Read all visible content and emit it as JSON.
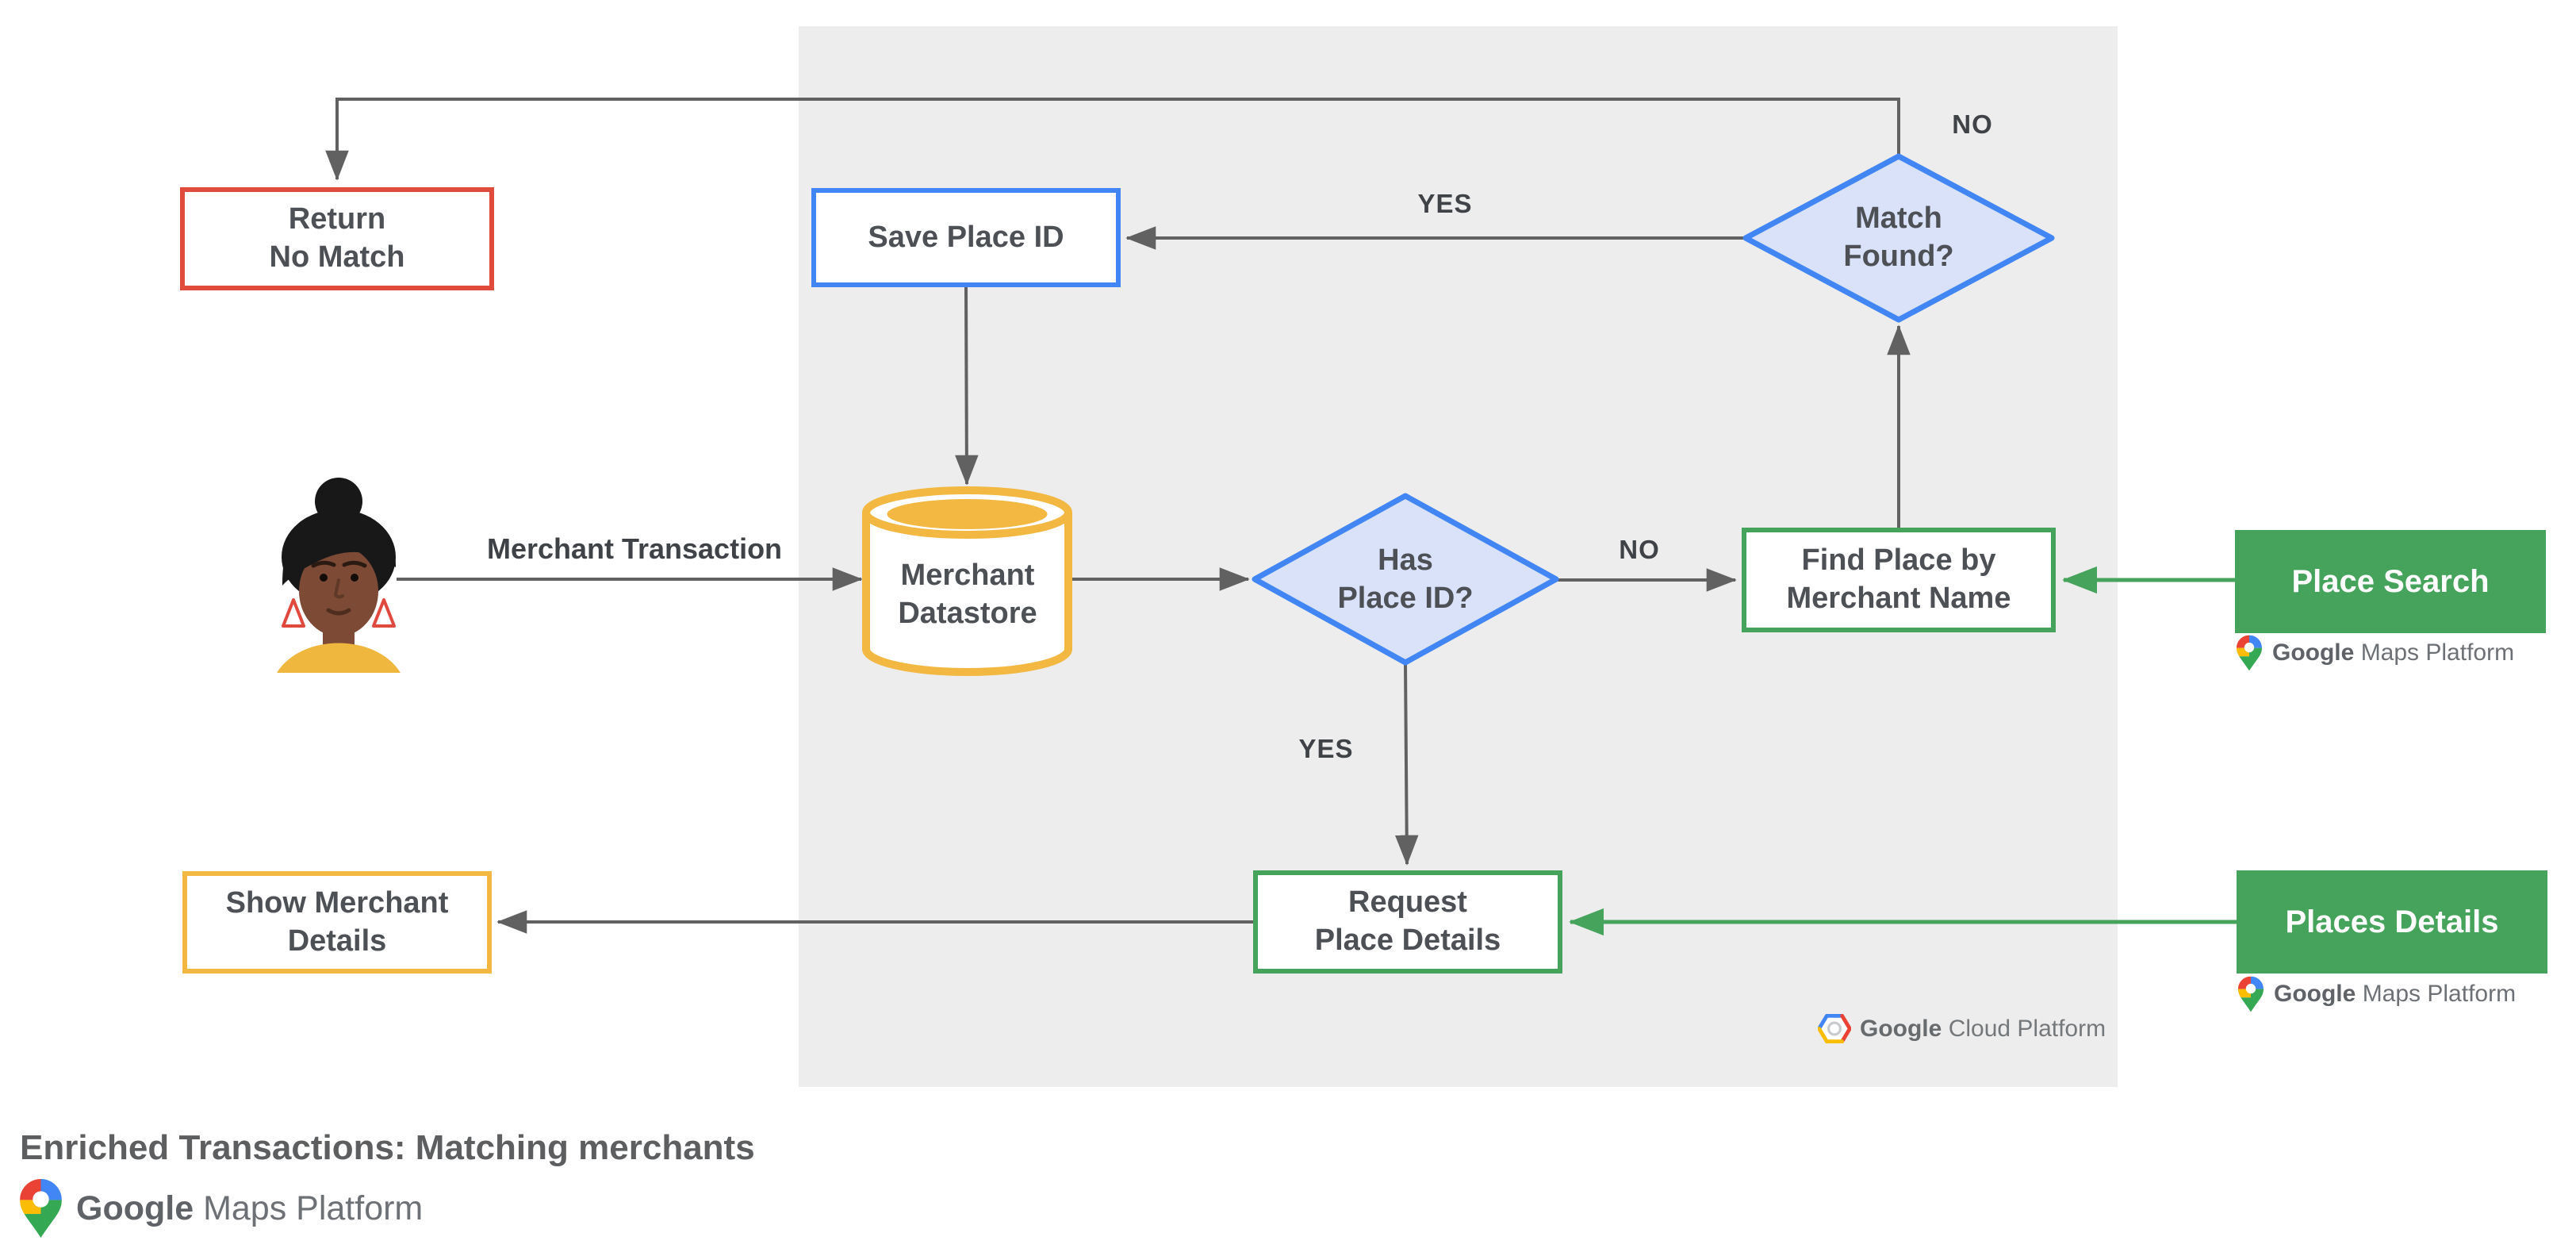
{
  "title": "Enriched Transactions: Matching merchants",
  "nodes": {
    "return_no_match": {
      "line1": "Return",
      "line2": "No Match"
    },
    "save_place_id": {
      "line1": "Save Place ID"
    },
    "match_found": {
      "line1": "Match",
      "line2": "Found?"
    },
    "merchant_datastore": {
      "line1": "Merchant",
      "line2": "Datastore"
    },
    "has_place_id": {
      "line1": "Has",
      "line2": "Place ID?"
    },
    "find_place_by_merchant_name": {
      "line1": "Find Place by",
      "line2": "Merchant Name"
    },
    "request_place_details": {
      "line1": "Request",
      "line2": "Place Details"
    },
    "show_merchant_details": {
      "line1": "Show Merchant",
      "line2": "Details"
    },
    "place_search": {
      "label": "Place Search"
    },
    "places_details": {
      "label": "Places Details"
    }
  },
  "edge_labels": {
    "match_found_yes": "YES",
    "match_found_no": "NO",
    "has_place_id_no": "NO",
    "has_place_id_yes": "YES",
    "merchant_transaction": "Merchant Transaction"
  },
  "logos": {
    "google_maps_platform": {
      "google": "Google",
      "rest": "Maps Platform"
    },
    "google_cloud_platform": {
      "google": "Google",
      "rest": "Cloud Platform"
    }
  },
  "colors": {
    "red": "#e04b3c",
    "blue": "#4285f4",
    "yellow": "#f2b841",
    "green": "#46a35c",
    "diamond_fill": "#d9e2f9",
    "panel": "#ededed",
    "connector": "#616161",
    "node_text": "#4d5156",
    "label_text": "#3f4347",
    "pin_red": "#ea4335",
    "pin_blue": "#4285f4",
    "pin_yellow": "#fbbc04",
    "pin_green": "#34a853"
  }
}
